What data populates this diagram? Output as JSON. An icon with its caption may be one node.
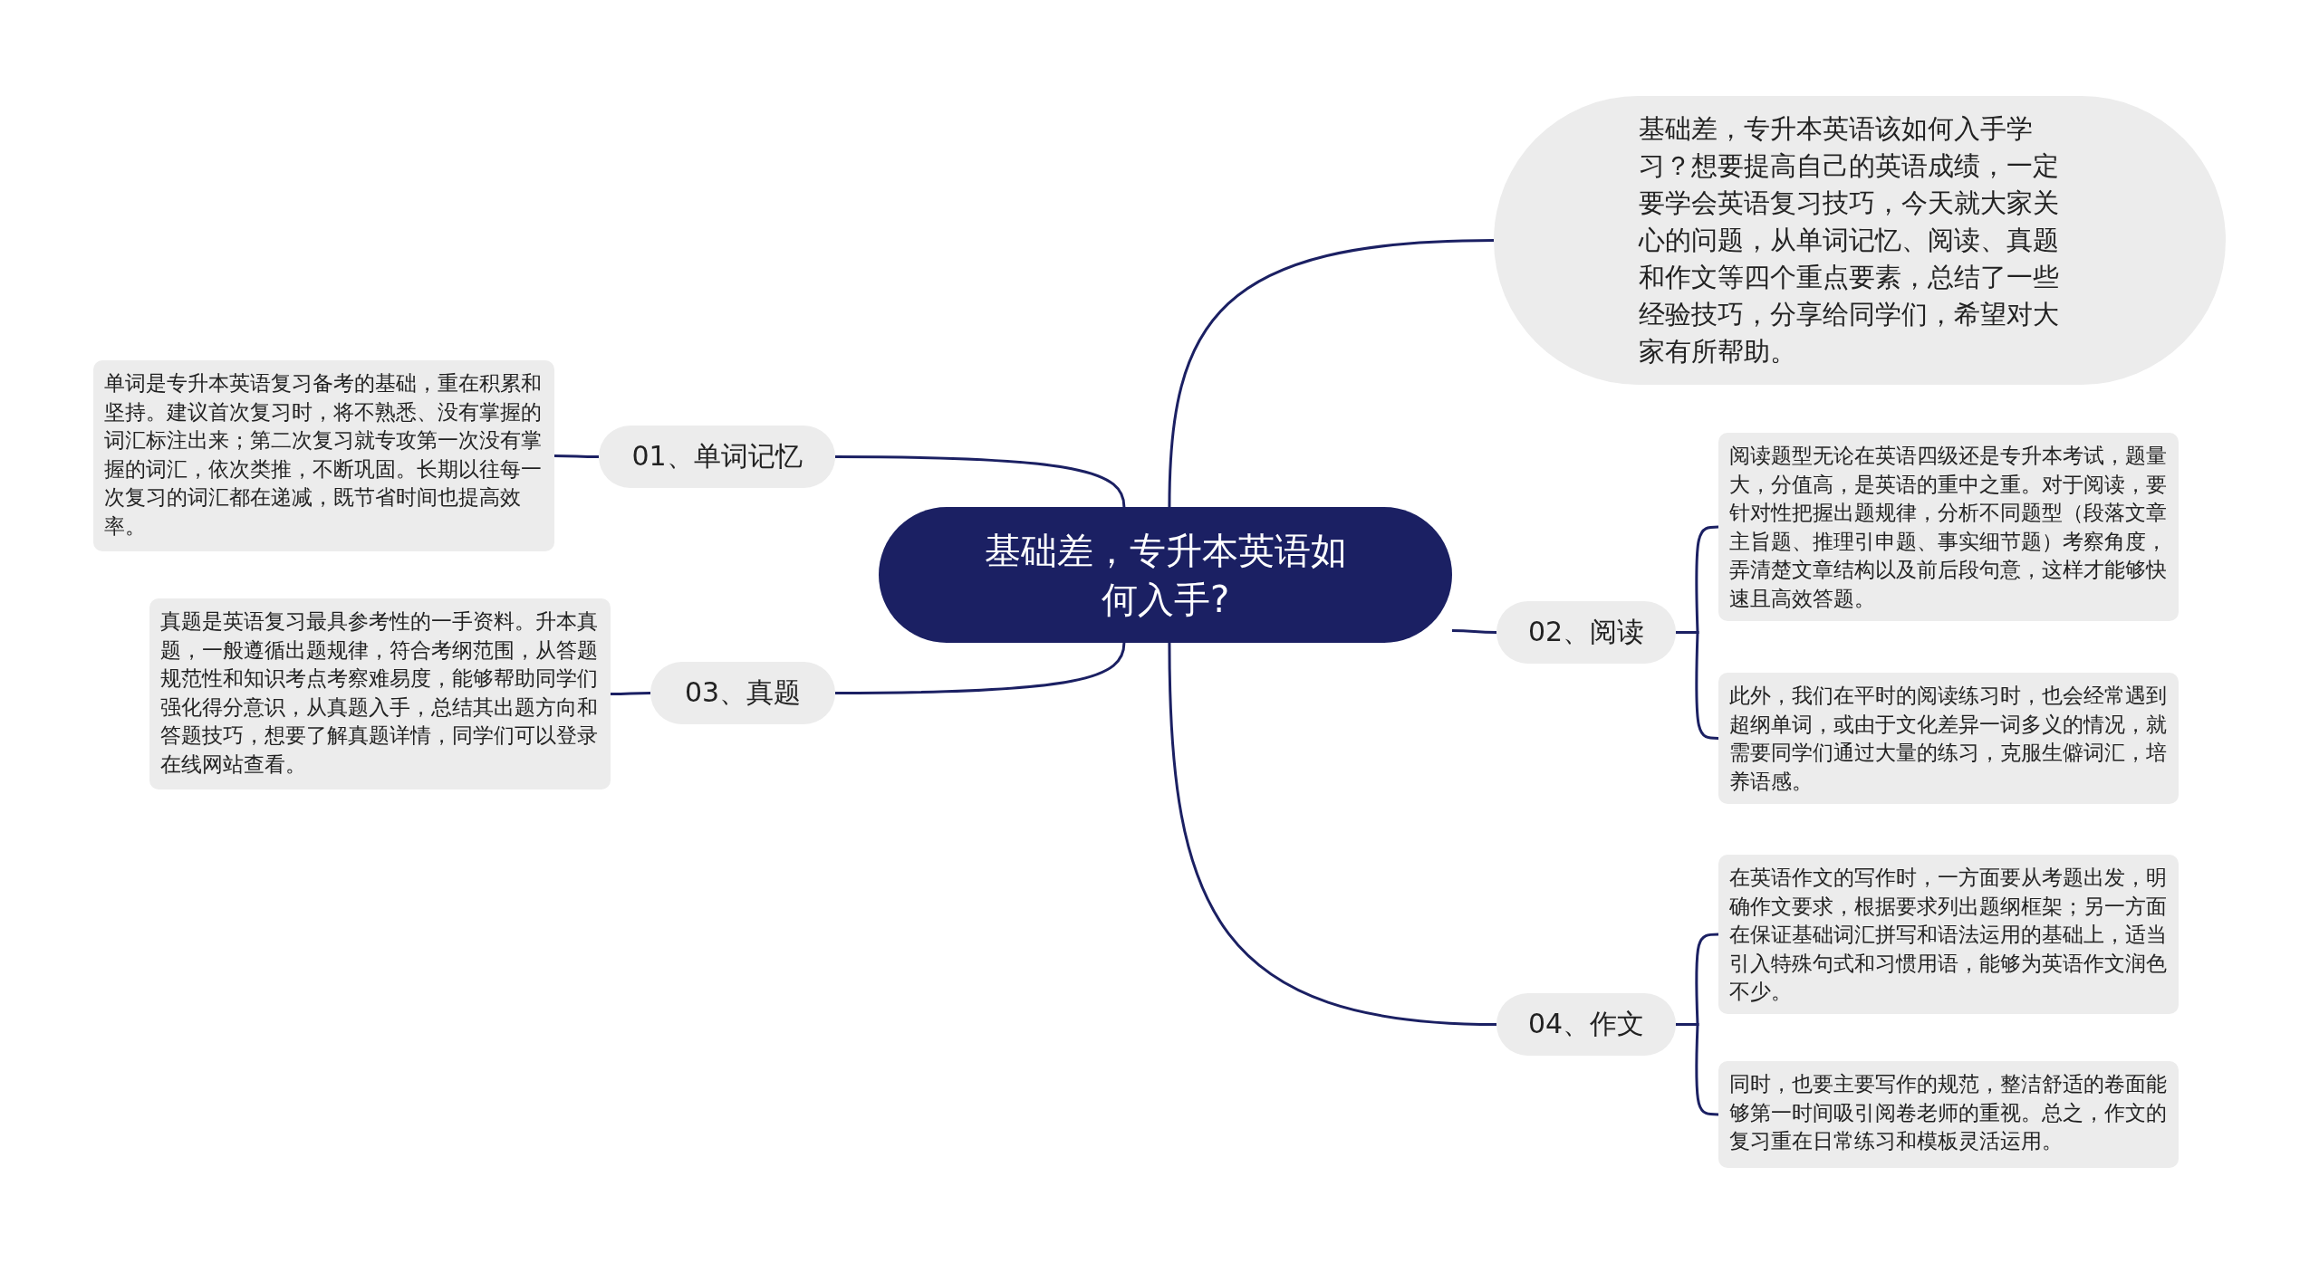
{
  "diagram": {
    "nodes": [
      {
        "text": [
          "基础差，专升本英语如何入手?"
        ]
      },
      {
        "text": [
          "基础差，专升本英语该如何入手学习？想要提高自己的英语成绩，一定要学会英语复习技巧，今天就大家关心的问题，从单词记忆、阅读、真题和作文等四个重点要素，总结了一些经验技巧，分享给同学们，希望对大家有所帮助。"
        ]
      },
      {
        "text": [
          "01、单词记忆"
        ]
      },
      {
        "text": [
          "单词是专升本英语复习备考的基础，重在积累和坚持。建议首次复习时，将不熟悉、没有掌握的词汇标注出来；第二次复习就专攻第一次没有掌握的词汇，依次类推，不断巩固。长期以往每一次复习的词汇都在递减，既节省时间也提高效率。"
        ]
      },
      {
        "text": [
          "03、真题"
        ]
      },
      {
        "text": [
          "真题是英语复习最具参考性的一手资料。升本真题，一般遵循出题规律，符合考纲范围，从答题规范性和知识考点考察难易度，能够帮助同学们强化得分意识，从真题入手，总结其出题方向和答题技巧，想要了解真题详情，同学们可以登录在线网站查看。"
        ]
      },
      {
        "text": [
          "02、阅读"
        ]
      },
      {
        "text": [
          "阅读题型无论在英语四级还是专升本考试，题量大，分值高，是英语的重中之重。对于阅读，要针对性把握出题规律，分析不同题型（段落文章主旨题、推理引申题、事实细节题）考察角度，弄清楚文章结构以及前后段句意，这样才能够快速且高效答题。"
        ]
      },
      {
        "text": [
          "此外，我们在平时的阅读练习时，也会经常遇到超纲单词，或由于文化差异一词多义的情况，就需要同学们通过大量的练习，克服生僻词汇，培养语感。"
        ]
      },
      {
        "text": [
          "04、作文"
        ]
      },
      {
        "text": [
          "在英语作文的写作时，一方面要从考题出发，明确作文要求，根据要求列出题纲框架；另一方面在保证基础词汇拼写和语法运用的基础上，适当引入特殊句式和习惯用语，能够为英语作文润色不少。"
        ]
      },
      {
        "text": [
          "同时，也要主要写作的规范，整洁舒适的卷面能够第一时间吸引阅卷老师的重视。总之，作文的复习重在日常练习和模板灵活运用。"
        ]
      }
    ],
    "edges": [
      {
        "from": 0,
        "to": 1,
        "arrow": "none"
      },
      {
        "from": 0,
        "to": 2,
        "arrow": "none"
      },
      {
        "from": 2,
        "to": 3,
        "arrow": "none"
      },
      {
        "from": 0,
        "to": 4,
        "arrow": "none"
      },
      {
        "from": 4,
        "to": 5,
        "arrow": "none"
      },
      {
        "from": 0,
        "to": 6,
        "arrow": "none"
      },
      {
        "from": 6,
        "to": 7,
        "arrow": "none"
      },
      {
        "from": 6,
        "to": 8,
        "arrow": "none"
      },
      {
        "from": 0,
        "to": 9,
        "arrow": "none"
      },
      {
        "from": 9,
        "to": 10,
        "arrow": "none"
      },
      {
        "from": 9,
        "to": 11,
        "arrow": "none"
      }
    ]
  }
}
